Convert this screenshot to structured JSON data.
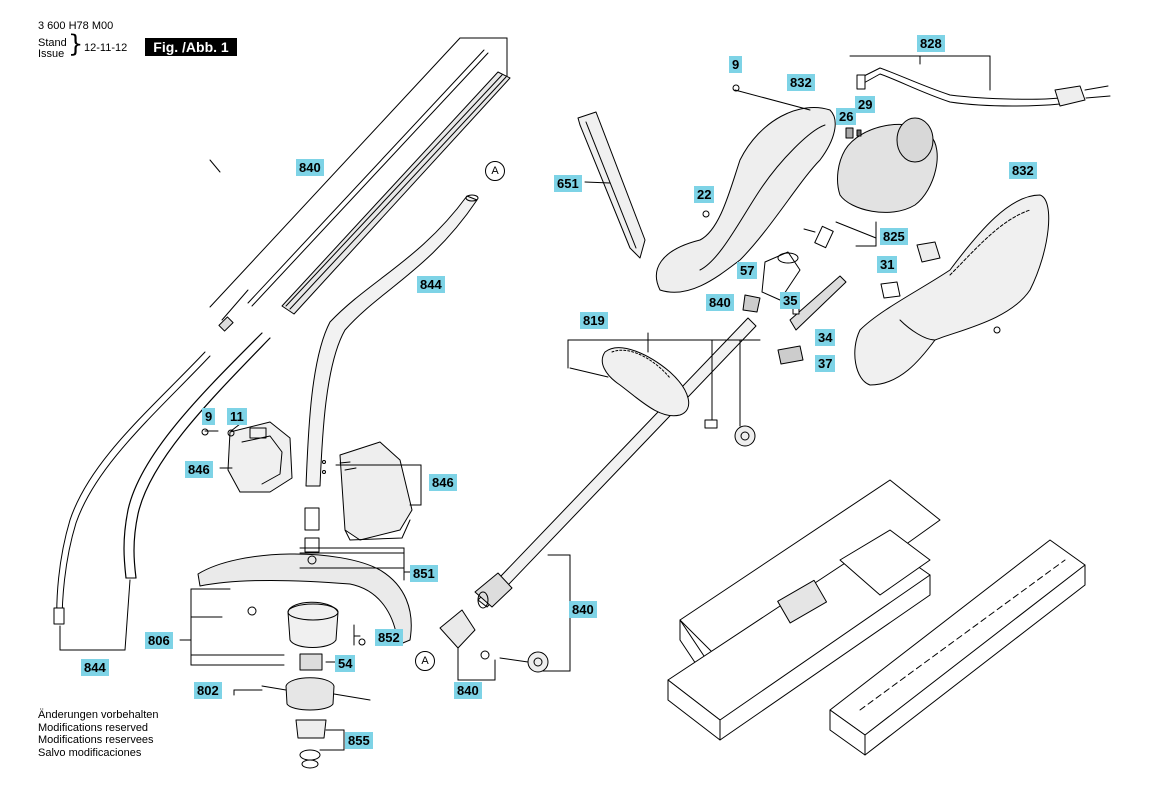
{
  "header": {
    "part_number": "3 600 H78 M00",
    "stand_label": "Stand",
    "issue_label": "Issue",
    "date": "12-11-12",
    "figure": "Fig. /Abb. 1"
  },
  "callouts": {
    "c840_top": "840",
    "c844_top": "844",
    "c844_bottom": "844",
    "c9_left": "9",
    "c11": "11",
    "c846_left": "846",
    "c846_right": "846",
    "c851": "851",
    "c806": "806",
    "c852": "852",
    "c54": "54",
    "c802": "802",
    "c855": "855",
    "c9_right": "9",
    "c832_top": "832",
    "c26": "26",
    "c29": "29",
    "c828": "828",
    "c651": "651",
    "c22": "22",
    "c825": "825",
    "c57": "57",
    "c840_spring": "840",
    "c35": "35",
    "c34": "34",
    "c37": "37",
    "c31": "31",
    "c832_right": "832",
    "c819": "819",
    "c840_right": "840",
    "c840_bottom": "840"
  },
  "markers": {
    "a_top": "A",
    "a_bottom": "A"
  },
  "notes": [
    "Änderungen vorbehalten",
    "Modifications reserved",
    "Modifications reservees",
    "Salvo modificaciones"
  ]
}
